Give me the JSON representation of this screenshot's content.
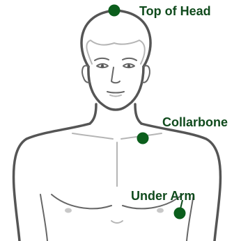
{
  "markers": [
    {
      "id": "top-of-head",
      "label": "Top of Head"
    },
    {
      "id": "collarbone",
      "label": "Collarbone"
    },
    {
      "id": "under-arm",
      "label": "Under Arm"
    }
  ],
  "colors": {
    "marker": "#0b5e1c",
    "label": "#0f4a1c",
    "outline": "#555555"
  }
}
